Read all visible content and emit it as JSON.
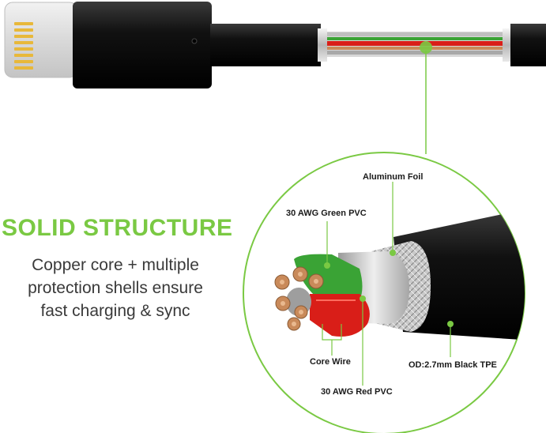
{
  "headline": "SOLID STRUCTURE",
  "tagline": [
    "Copper core + multiple",
    "protection shells ensure",
    "fast charging & sync"
  ],
  "labels": {
    "aluminum_foil": "Aluminum Foil",
    "green_pvc": "30 AWG Green PVC",
    "core_wire": "Core Wire",
    "red_pvc": "30 AWG Red PVC",
    "black_tpe": "OD:2.7mm Black TPE"
  },
  "colors": {
    "accent_green": "#7ac943",
    "text_gray": "#3a3a3a",
    "cable_black": "#111111",
    "wire_red": "#d91e18",
    "wire_green": "#3aa335",
    "copper": "#c98a5a"
  }
}
